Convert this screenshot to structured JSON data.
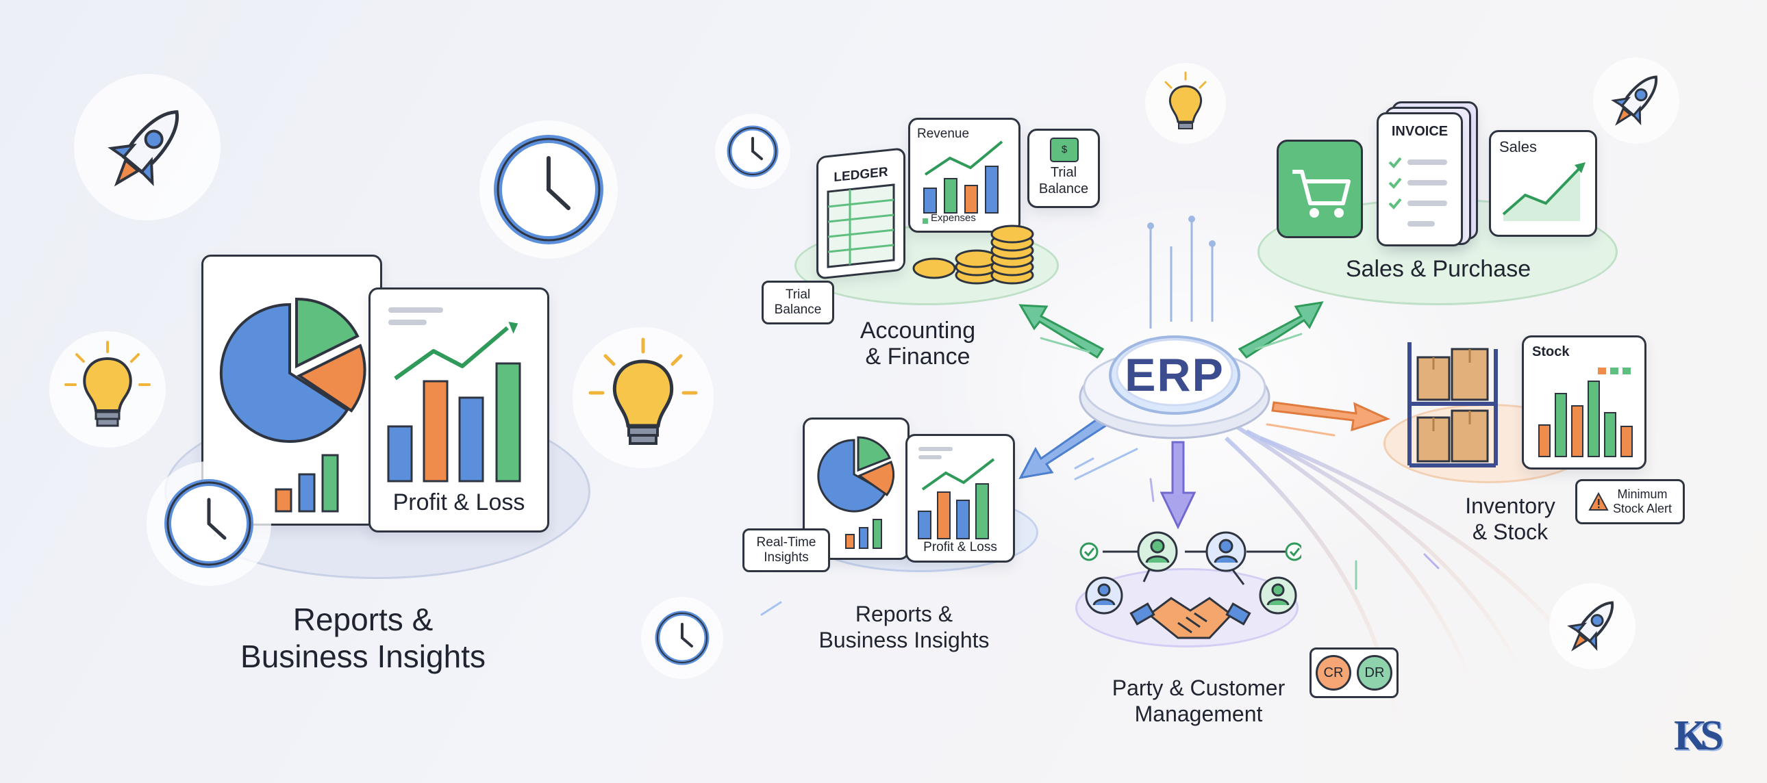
{
  "left_panel": {
    "profit_loss_label": "Profit & Loss",
    "title_line1": "Reports &",
    "title_line2": "Business Insights"
  },
  "hub": {
    "label": "ERP"
  },
  "modules": {
    "accounting": {
      "title_line1": "Accounting",
      "title_line2": "& Finance",
      "ledger_label": "LEDGER",
      "revenue_label": "Revenue",
      "expenses_label": "Expenses",
      "trial_balance_card_line1": "Trial",
      "trial_balance_card_line2": "Balance",
      "trial_balance_tag_line1": "Trial",
      "trial_balance_tag_line2": "Balance"
    },
    "sales": {
      "title": "Sales & Purchase",
      "invoice_label": "INVOICE",
      "sales_label": "Sales"
    },
    "inventory": {
      "title_line1": "Inventory",
      "title_line2": "& Stock",
      "stock_label": "Stock",
      "alert_line1": "Minimum",
      "alert_line2": "Stock Alert"
    },
    "reports": {
      "title_line1": "Reports &",
      "title_line2": "Business Insights",
      "realtime_line1": "Real-Time",
      "realtime_line2": "Insights",
      "profit_loss_label": "Profit & Loss"
    },
    "party": {
      "title_line1": "Party & Customer",
      "title_line2": "Management",
      "cr_label": "CR",
      "dr_label": "DR"
    }
  },
  "logo": {
    "text": "KS"
  },
  "colors": {
    "blue": "#5b8fdc",
    "orange": "#ef8b4b",
    "green": "#5fbf7f",
    "dark_green": "#2f9a5a",
    "purple": "#8a86e0",
    "outline": "#2f3540",
    "gold": "#f0b43a"
  },
  "icons": [
    "rocket-icon",
    "clock-icon",
    "lightbulb-icon",
    "pie-chart-icon",
    "bar-chart-icon",
    "shopping-cart-icon",
    "boxes-icon",
    "handshake-icon",
    "user-icon",
    "coins-icon"
  ]
}
